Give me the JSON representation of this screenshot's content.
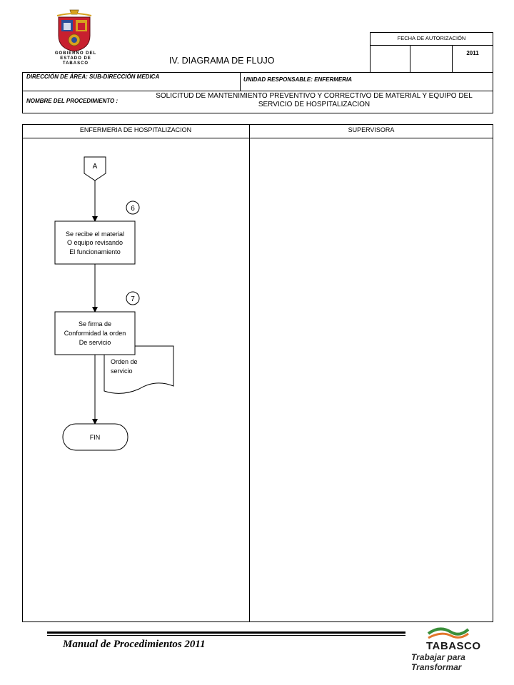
{
  "header": {
    "org_line1": "GOBIERNO DEL",
    "org_line2": "ESTADO DE",
    "org_line3": "TABASCO",
    "title": "IV. DIAGRAMA  DE FLUJO",
    "auth_label": "FECHA DE AUTORIZACIÓN",
    "auth_year": "2011",
    "direccion": "DIRECCIÓN DE ÁREA: SUB-DIRECCIÓN MEDICA",
    "unidad": "UNIDAD RESPONSABLE: ENFERMERIA",
    "nombre_label": "NOMBRE DEL PROCEDIMIENTO :",
    "nombre_line1": "SOLICITUD DE MANTENIMIENTO PREVENTIVO Y CORRECTIVO  DE MATERIAL Y EQUIPO DEL",
    "nombre_line2": "SERVICIO DE HOSPITALIZACION"
  },
  "lanes": {
    "left": "ENFERMERIA DE HOSPITALIZACION",
    "right": "SUPERVISORA"
  },
  "flow": {
    "connector": "A",
    "step6_number": "6",
    "step6_line1": "Se recibe el material",
    "step6_line2": "O equipo revisando",
    "step6_line3": "El funcionamiento",
    "step7_number": "7",
    "step7_line1": "Se firma de",
    "step7_line2": "Conformidad la orden",
    "step7_line3": "De servicio",
    "document_line1": "Orden de",
    "document_line2": "servicio",
    "end": "FIN"
  },
  "footer": {
    "manual": "Manual de Procedimientos 2011",
    "brand": "TABASCO",
    "slogan": "Trabajar para Transformar"
  },
  "colors": {
    "crest_red": "#c8202f",
    "crest_gold": "#d7a21e",
    "crest_blue": "#2b4f9a",
    "logo_green": "#3a8f3a",
    "logo_orange": "#e2762b",
    "logo_blue": "#1f4e9c"
  }
}
